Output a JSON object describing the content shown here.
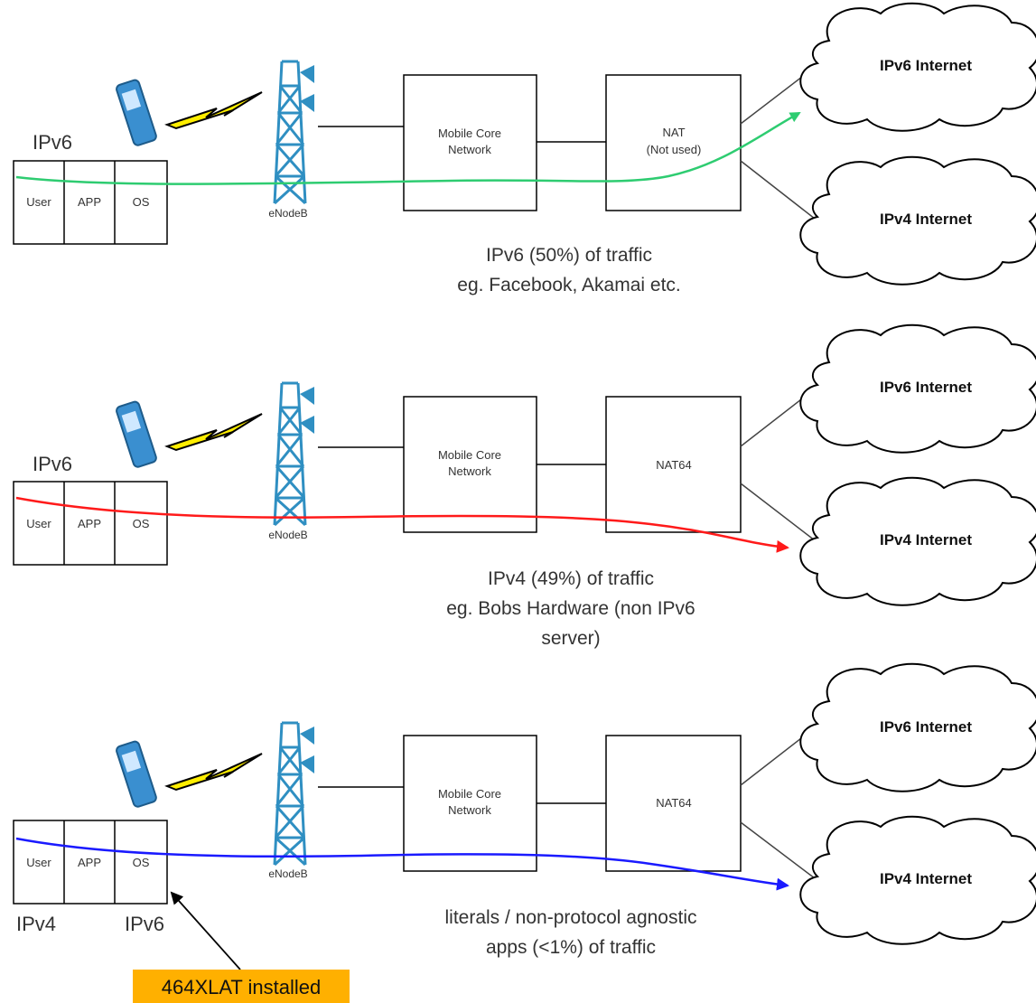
{
  "colors": {
    "ipv6_flow": "#2ecc71",
    "ipv4_flow": "#ff1a1a",
    "xlat_flow": "#1a1aff",
    "badge_bg": "#ffb000",
    "lightning": "#ffee00",
    "tower": "#2f8fc2",
    "phone": "#3a8fd0"
  },
  "panels": [
    {
      "host_label": "IPv6",
      "stack": [
        "User",
        "APP",
        "OS"
      ],
      "enodeb": "eNodeB",
      "core": [
        "Mobile Core",
        "Network"
      ],
      "nat": [
        "NAT",
        "(Not used)"
      ],
      "cloud_top": "IPv6 Internet",
      "cloud_bottom": "IPv4 Internet",
      "caption": [
        "IPv6  (50%) of traffic",
        "eg. Facebook, Akamai etc."
      ],
      "flow": "ipv6"
    },
    {
      "host_label": "IPv6",
      "stack": [
        "User",
        "APP",
        "OS"
      ],
      "enodeb": "eNodeB",
      "core": [
        "Mobile Core",
        "Network"
      ],
      "nat": [
        "NAT64"
      ],
      "cloud_top": "IPv6 Internet",
      "cloud_bottom": "IPv4 Internet",
      "caption": [
        "IPv4  (49%) of traffic",
        "eg. Bobs Hardware (non IPv6",
        "server)"
      ],
      "flow": "ipv4"
    },
    {
      "host_label_left": "IPv4",
      "host_label_right": "IPv6",
      "stack": [
        "User",
        "APP",
        "OS"
      ],
      "enodeb": "eNodeB",
      "core": [
        "Mobile Core",
        "Network"
      ],
      "nat": [
        "NAT64"
      ],
      "cloud_top": "IPv6 Internet",
      "cloud_bottom": "IPv4 Internet",
      "caption": [
        "literals / non-protocol agnostic",
        "apps  (<1%) of traffic"
      ],
      "flow": "xlat",
      "badge": "464XLAT installed"
    }
  ]
}
